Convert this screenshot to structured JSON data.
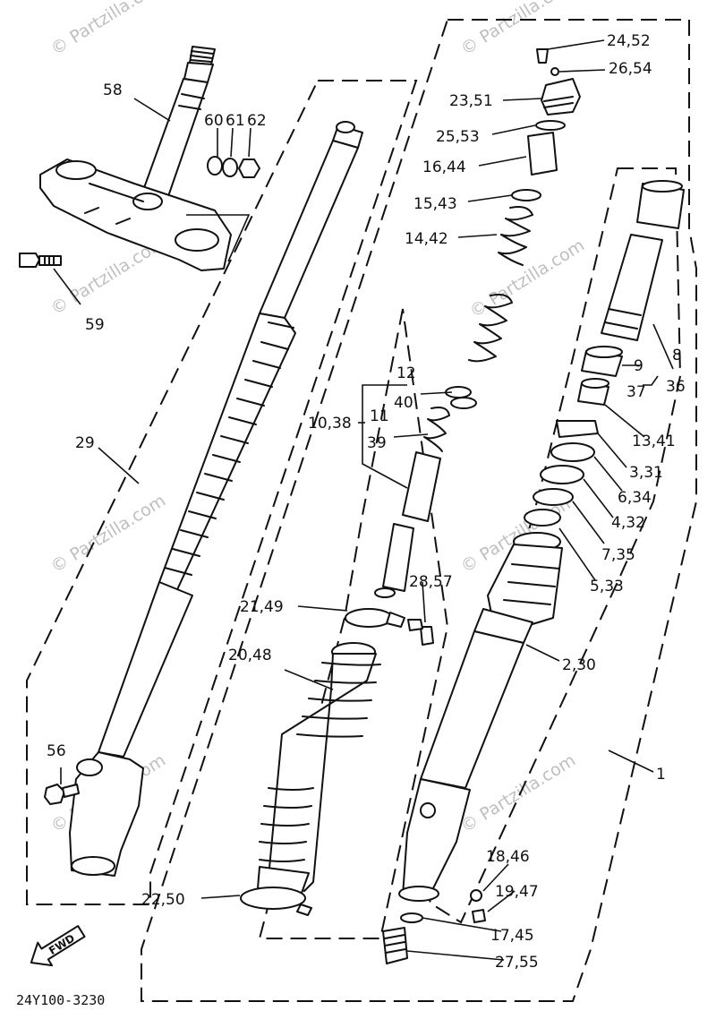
{
  "watermark": "© Partzilla.com",
  "drawing_code": "24Y100-3230",
  "fwd_label": "FWD",
  "part_labels": {
    "p58": "58",
    "p60": "60",
    "p61": "61",
    "p62": "62",
    "p59": "59",
    "p29": "29",
    "p56": "56",
    "p24_52": "24,52",
    "p26_54": "26,54",
    "p23_51": "23,51",
    "p25_53": "25,53",
    "p16_44": "16,44",
    "p15_43": "15,43",
    "p14_42": "14,42",
    "p12": "12",
    "p40": "40",
    "p10_38": "10,38",
    "p11": "11",
    "p39": "39",
    "p9": "9",
    "p37": "37",
    "p8": "8",
    "p36": "36",
    "p13_41": "13,41",
    "p3_31": "3,31",
    "p6_34": "6,34",
    "p4_32": "4,32",
    "p7_35": "7,35",
    "p5_33": "5,33",
    "p28_57": "28,57",
    "p21_49": "21,49",
    "p2_30": "2,30",
    "p20_48": "20,48",
    "p1": "1",
    "p18_46": "18,46",
    "p19_47": "19,47",
    "p17_45": "17,45",
    "p27_55": "27,55",
    "p22_50": "22,50"
  }
}
